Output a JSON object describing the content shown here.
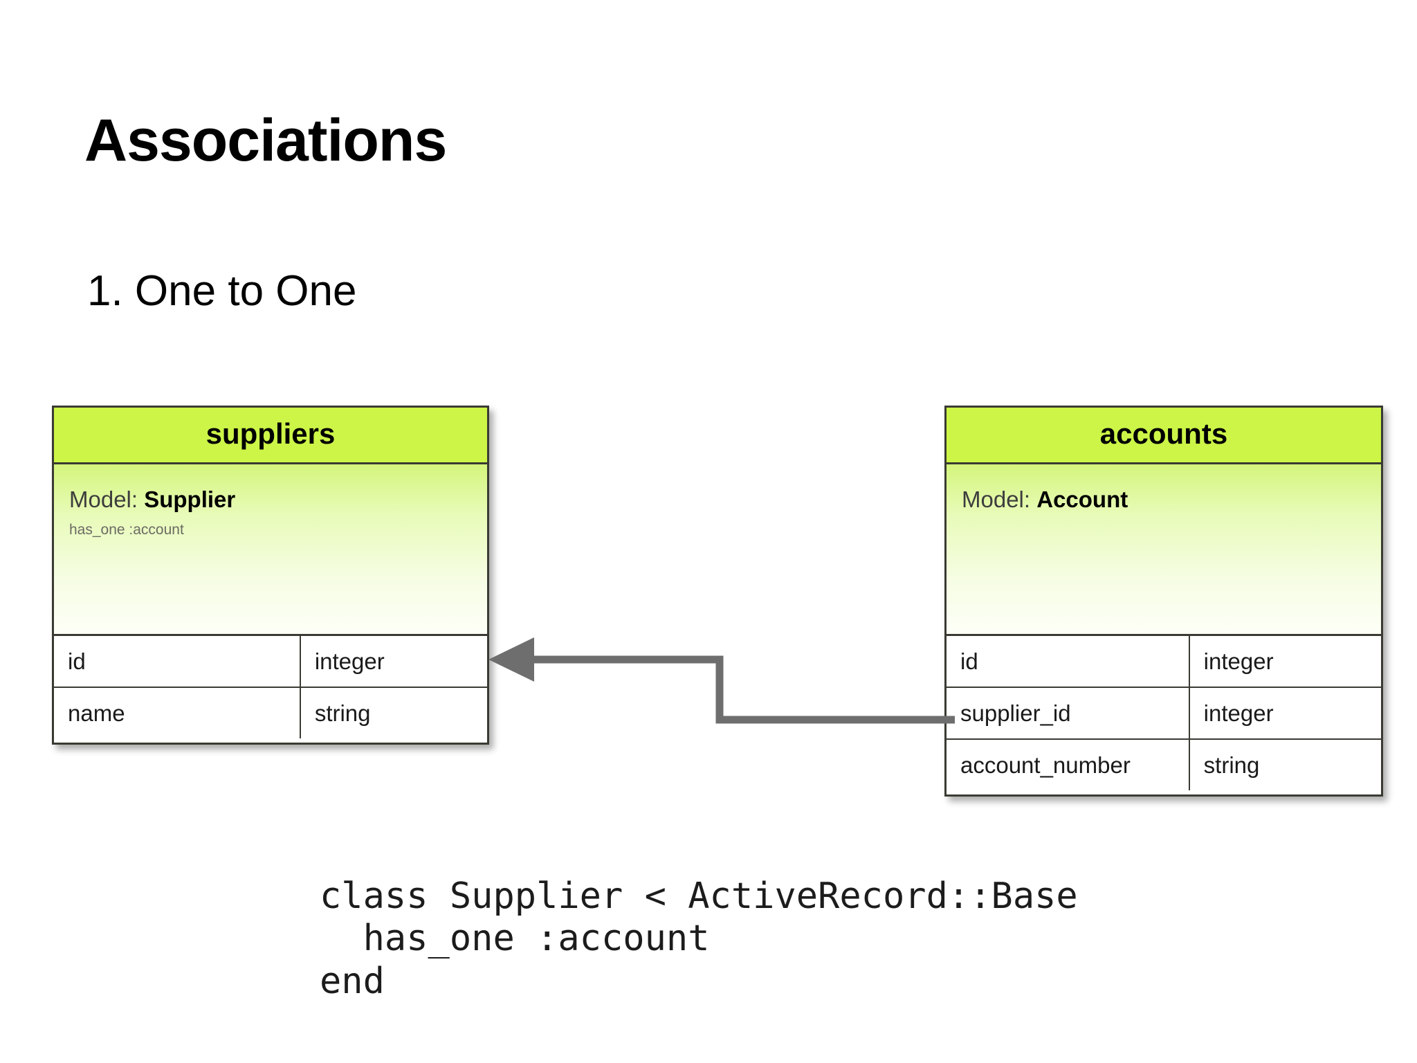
{
  "slide": {
    "title": "Associations",
    "subtitle": "1. One to One"
  },
  "colors": {
    "header_green": "#ccf547",
    "body_gradient_top": "#d4f57c",
    "body_gradient_bottom": "#fdfff7",
    "border": "#3a3a33",
    "connector": "#6e6e6e",
    "text": "#000000"
  },
  "diagram": {
    "tables": [
      {
        "name": "suppliers",
        "model_label": "Model:",
        "model_name": "Supplier",
        "association": "has_one :account",
        "columns": [
          {
            "name": "id",
            "type": "integer"
          },
          {
            "name": "name",
            "type": "string"
          }
        ]
      },
      {
        "name": "accounts",
        "model_label": "Model:",
        "model_name": "Account",
        "association": "",
        "columns": [
          {
            "name": "id",
            "type": "integer"
          },
          {
            "name": "supplier_id",
            "type": "integer"
          },
          {
            "name": "account_number",
            "type": "string"
          }
        ]
      }
    ],
    "connector": {
      "description": "arrow from accounts.supplier_id to suppliers",
      "direction": "right-to-left"
    }
  },
  "code": {
    "line1": "class Supplier < ActiveRecord::Base",
    "line2": "  has_one :account",
    "line3": "end"
  }
}
